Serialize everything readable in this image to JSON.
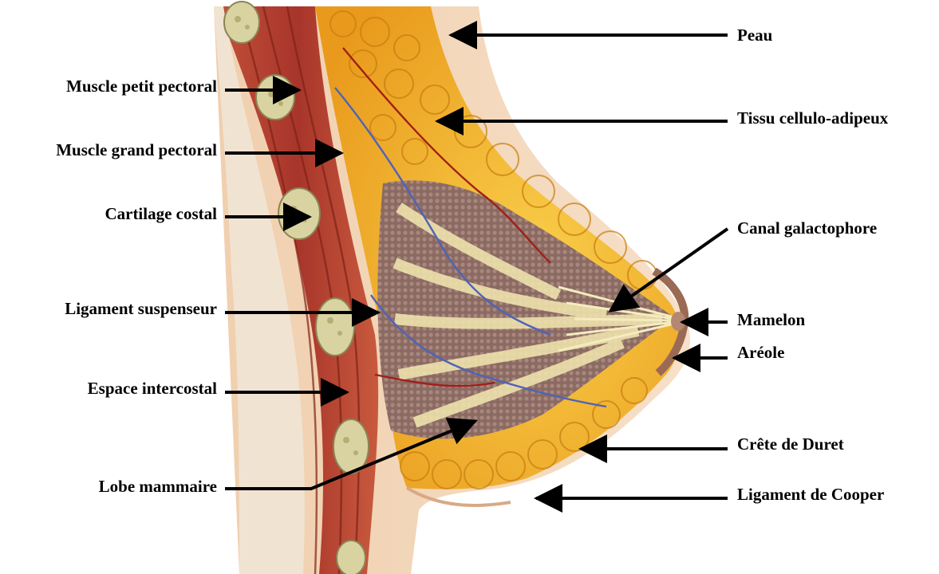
{
  "colors": {
    "skin": "#f3d8bd",
    "skin_shadow": "#e2b895",
    "fat_yellow": "#f7c12c",
    "fat_orange": "#eda224",
    "muscle_red": "#b8412c",
    "muscle_dark": "#8f2a1e",
    "gland_brown": "#8a6a62",
    "duct_cream": "#f3e7b0",
    "rib_cartilage": "#d8d09a",
    "vein_blue": "#4f63b8",
    "artery_red": "#a01f1a",
    "arrow": "#000000"
  },
  "labels": {
    "peau": "Peau",
    "tissu": "Tissu cellulo-adipeux",
    "canal": "Canal galactophore",
    "mamelon": "Mamelon",
    "areole": "Aréole",
    "crete": "Crête de Duret",
    "cooper": "Ligament de Cooper",
    "petit_pectoral": "Muscle petit pectoral",
    "grand_pectoral": "Muscle grand pectoral",
    "cartilage": "Cartilage costal",
    "suspenseur": "Ligament suspenseur",
    "intercostal": "Espace intercostal",
    "lobe": "Lobe mammaire"
  }
}
